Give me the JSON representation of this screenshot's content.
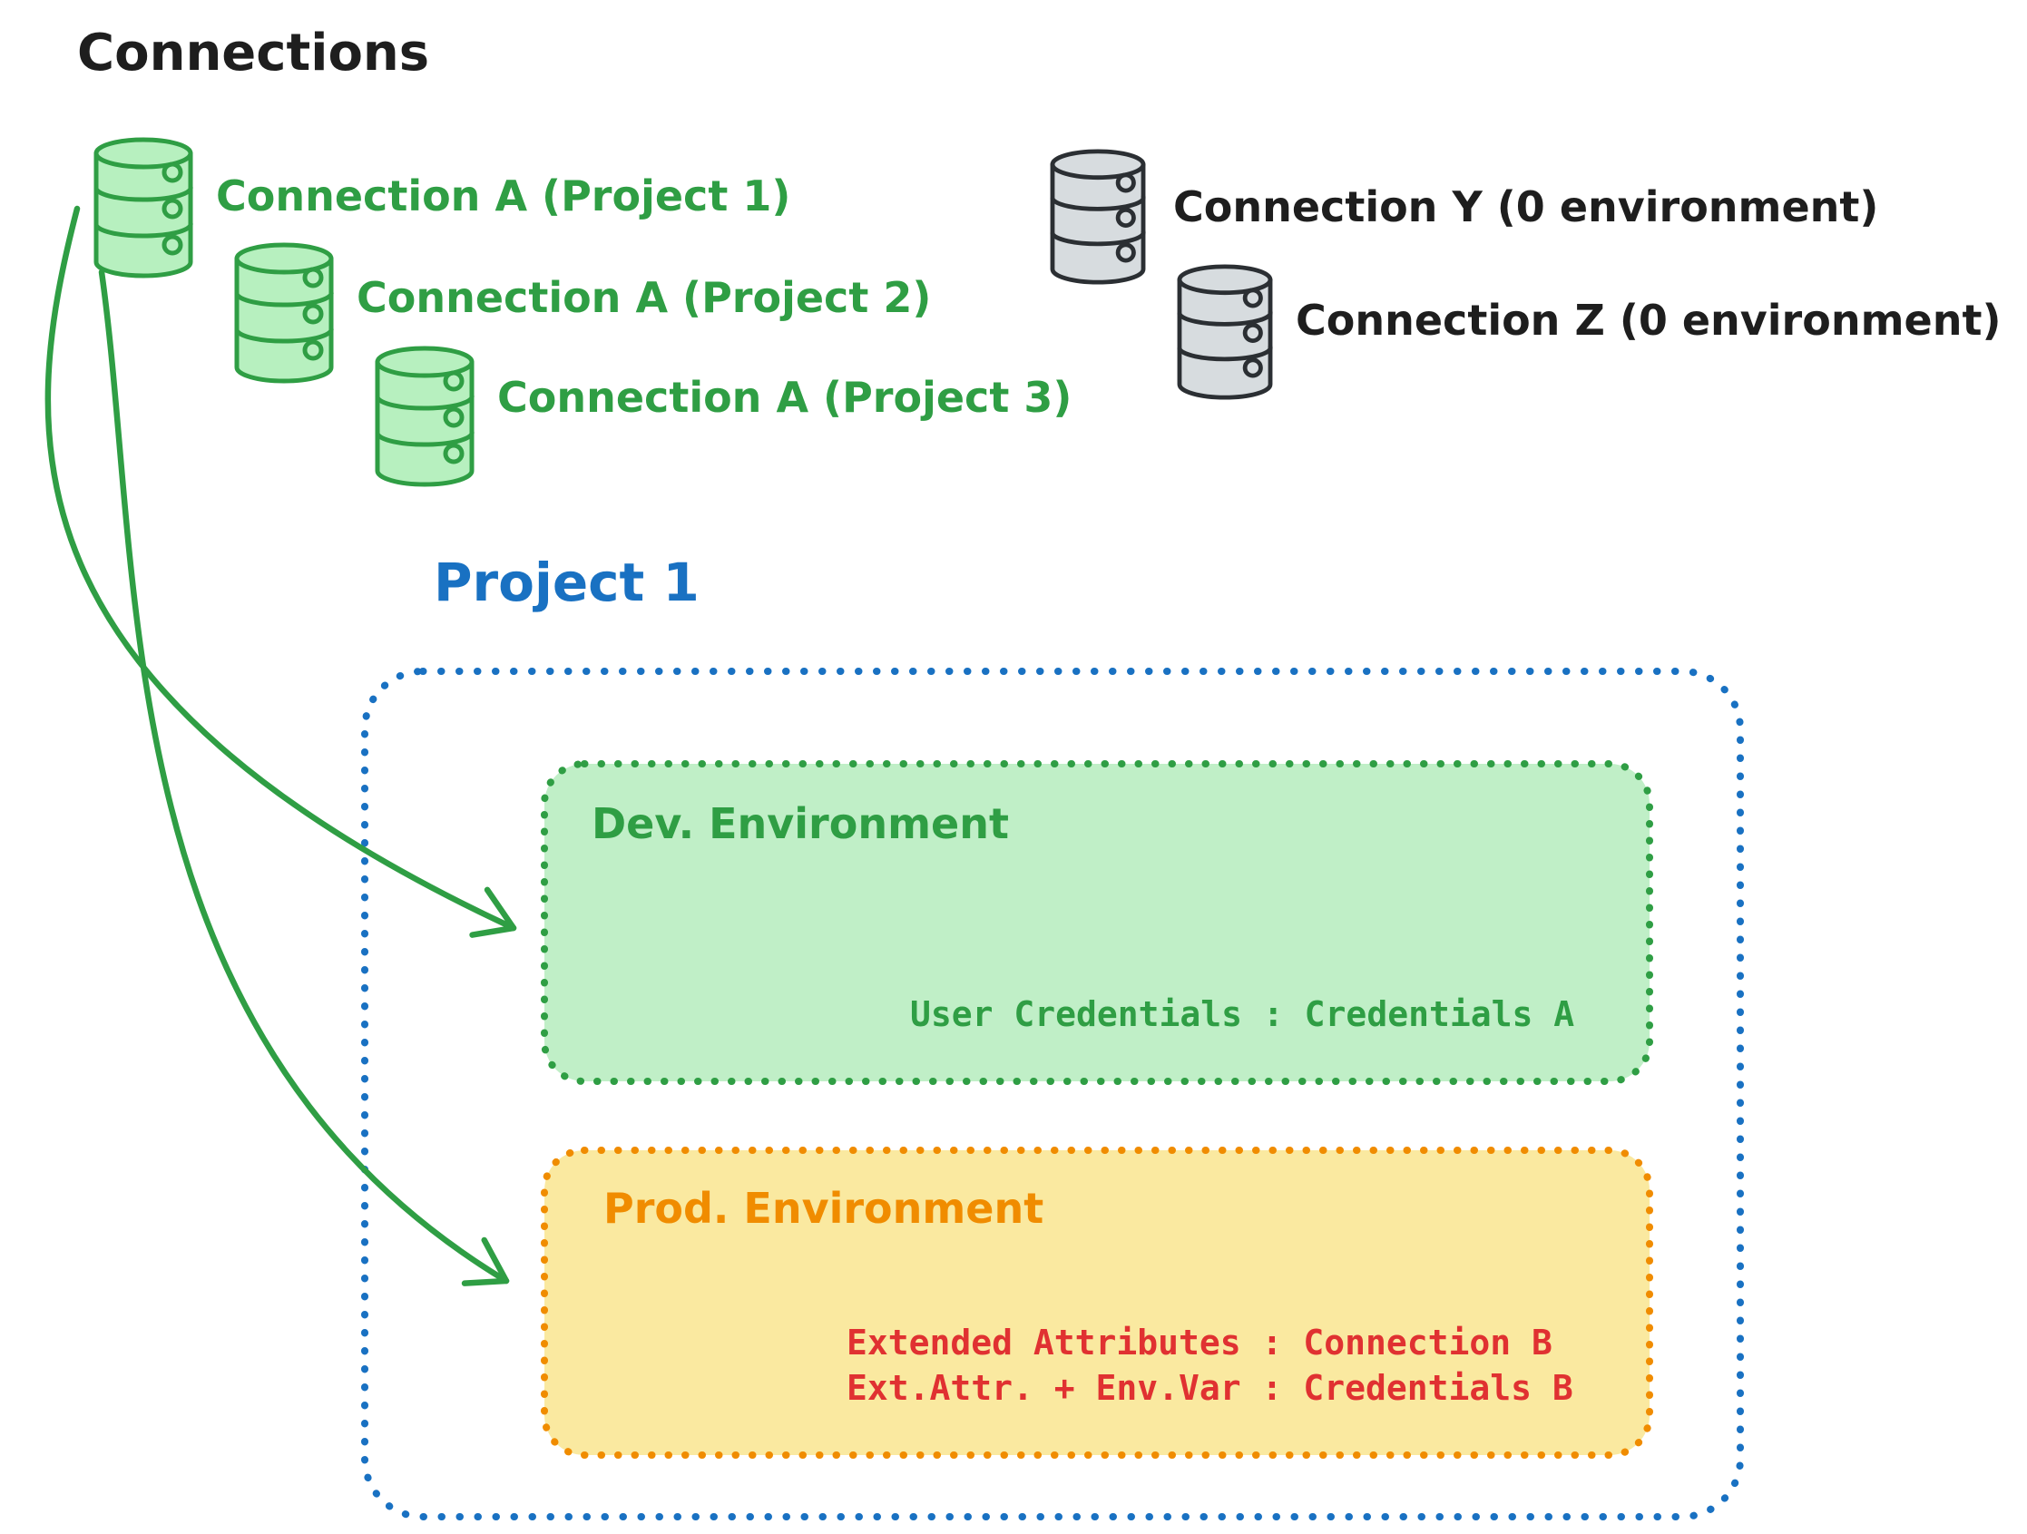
{
  "palette": {
    "text_black": "#1e1e1e",
    "green_stroke": "#2f9e44",
    "green_box_fill": "#c0efc7",
    "green_db_fill": "#b7f0bf",
    "blue_stroke": "#1971c2",
    "orange_stroke": "#f08c00",
    "orange_box_fill": "#fae9a0",
    "red_text": "#e03131",
    "gray_db_fill": "#d7dcdf",
    "gray_db_stroke": "#2b2f33"
  },
  "title": "Connections",
  "green_connections": [
    {
      "label": "Connection A (Project 1)"
    },
    {
      "label": "Connection A (Project 2)"
    },
    {
      "label": "Connection A (Project 3)"
    }
  ],
  "gray_connections": [
    {
      "label": "Connection Y (0 environment)"
    },
    {
      "label": "Connection Z (0 environment)"
    }
  ],
  "project": {
    "title": "Project 1",
    "dev_environment": {
      "name": "Dev. Environment",
      "mapping": "User Credentials : Credentials A"
    },
    "prod_environment": {
      "name": "Prod. Environment",
      "mapping_line1": "Extended Attributes : Connection B",
      "mapping_line2": "Ext.Attr. + Env.Var : Credentials B"
    }
  }
}
